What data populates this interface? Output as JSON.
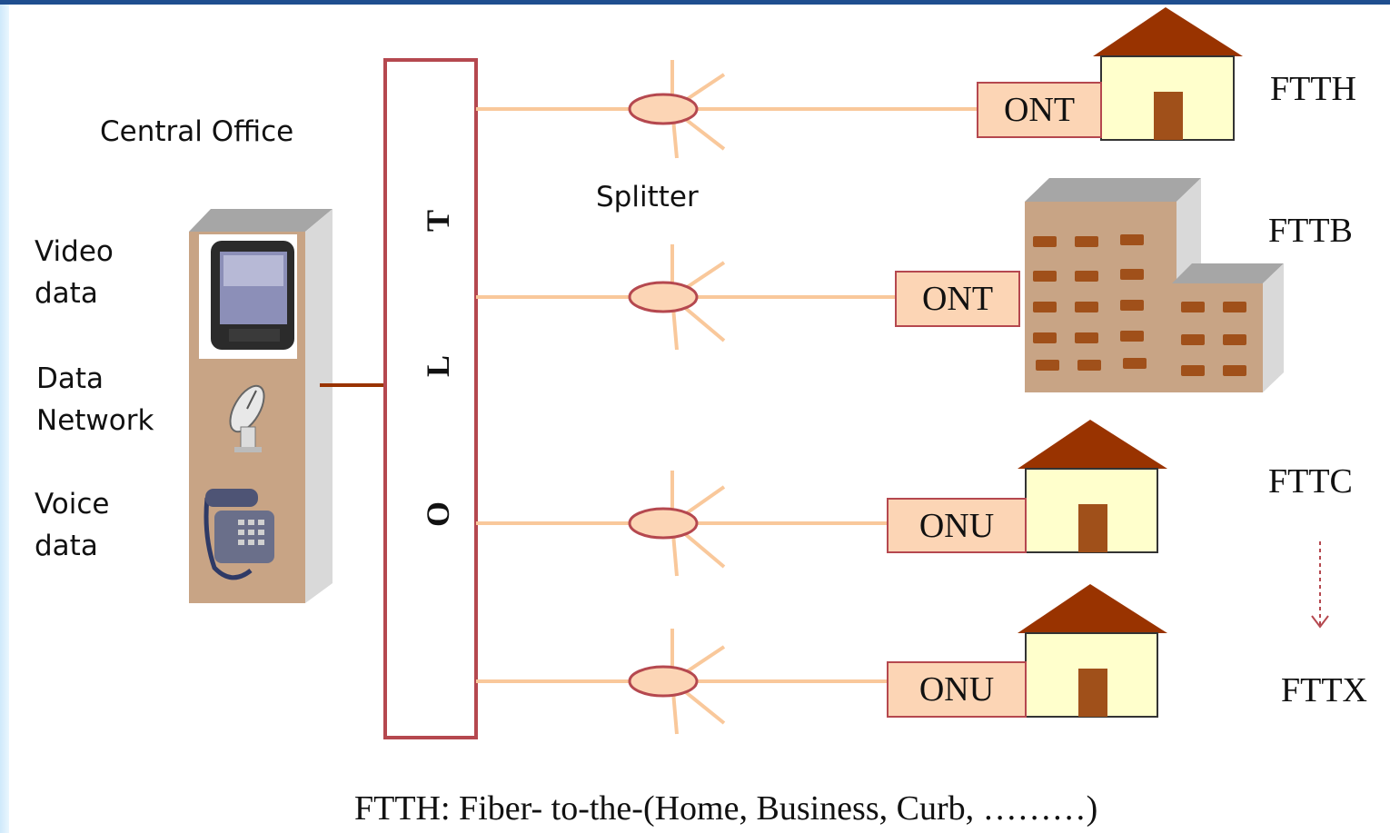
{
  "central_office": {
    "title": "Central Office",
    "sources": [
      {
        "line1": "Video",
        "line2": "data",
        "icon": "tv-icon"
      },
      {
        "line1": "Data",
        "line2": "Network",
        "icon": "satellite-dish-icon"
      },
      {
        "line1": "Voice",
        "line2": "data",
        "icon": "telephone-icon"
      }
    ]
  },
  "olt": {
    "letters": [
      "T",
      "L",
      "O"
    ]
  },
  "splitter_label": "Splitter",
  "terminals": [
    {
      "label": "ONT",
      "building": "house",
      "type": "FTTH"
    },
    {
      "label": "ONT",
      "building": "office-building",
      "type": "FTTB"
    },
    {
      "label": "ONU",
      "building": "house",
      "type": "FTTC"
    },
    {
      "label": "ONU",
      "building": "house",
      "type": "FTTX"
    }
  ],
  "caption": "FTTH: Fiber- to-the-(Home, Business, Curb, ………)",
  "colors": {
    "fiber": "#f9c89b",
    "olt_border": "#b5484f",
    "roof": "#993300",
    "house_wall": "#ffffcc",
    "door": "#a0501a",
    "cabinet": "#c8a485",
    "onu_box": "#fcd5b5",
    "top_bar": "#1f4e8f"
  }
}
